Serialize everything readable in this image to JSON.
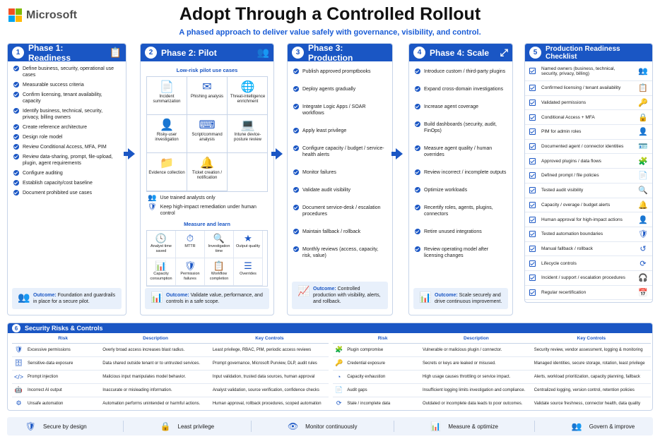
{
  "brand": "Microsoft",
  "title": "Adopt Through a Controlled Rollout",
  "subtitle": "A phased approach to deliver value safely with governance, visibility, and control.",
  "phase1": {
    "num": "1",
    "title": "Phase 1: Readiness",
    "items": [
      "Define business, security, operational use cases",
      "Measurable success criteria",
      "Confirm licensing, tenant availability, capacity",
      "Identify business, technical, security, privacy, billing owners",
      "Create reference architecture",
      "Design role model",
      "Review Conditional Access, MFA, PIM",
      "Review data-sharing, prompt, file-upload, plugin, agent requirements",
      "Configure auditing",
      "Establish capacity/cost baseline",
      "Document prohibited use cases"
    ],
    "outcome_label": "Outcome:",
    "outcome": "Foundation and guardrails in place for a secure pilot."
  },
  "phase2": {
    "num": "2",
    "title": "Phase 2: Pilot",
    "usecases_title": "Low-risk pilot use cases",
    "usecases": [
      "Incident summarization",
      "Phishing analysis",
      "Threat-intelligence enrichment",
      "Risky-user investigation",
      "Script/command analysis",
      "Intune device-posture review",
      "Evidence collection",
      "Ticket creation / notification"
    ],
    "notes": [
      "Use trained analysts only",
      "Keep high-impact remediation under human control"
    ],
    "measure_title": "Measure and learn",
    "measures": [
      "Analyst time saved",
      "MTTR",
      "Investigation time",
      "Output quality",
      "Capacity consumption",
      "Permission failures",
      "Workflow completion",
      "Overrides"
    ],
    "outcome_label": "Outcome:",
    "outcome": "Validate value, performance, and controls in a safe scope."
  },
  "phase3": {
    "num": "3",
    "title": "Phase 3: Production",
    "items": [
      "Publish approved promptbooks",
      "Deploy agents gradually",
      "Integrate Logic Apps / SOAR workflows",
      "Apply least privilege",
      "Configure capacity / budget / service-health alerts",
      "Monitor failures",
      "Validate audit visibility",
      "Document service-desk / escalation procedures",
      "Maintain fallback / rollback",
      "Monthly reviews (access, capacity, risk, value)"
    ],
    "outcome_label": "Outcome:",
    "outcome": "Controlled production with visibility, alerts, and rollback."
  },
  "phase4": {
    "num": "4",
    "title": "Phase 4: Scale",
    "items": [
      "Introduce custom / third-party plugins",
      "Expand cross-domain investigations",
      "Increase agent coverage",
      "Build dashboards (security, audit, FinOps)",
      "Measure agent quality / human overrides",
      "Review incorrect / incomplete outputs",
      "Optimize workloads",
      "Recertify roles, agents, plugins, connectors",
      "Retire unused integrations",
      "Review operating model after licensing changes"
    ],
    "outcome_label": "Outcome:",
    "outcome": "Scale securely and drive continuous improvement."
  },
  "checklist": {
    "num": "5",
    "title": "Production Readiness Checklist",
    "items": [
      "Named owners (business, technical, security, privacy, billing)",
      "Confirmed licensing / tenant availability",
      "Validated permissions",
      "Conditional Access + MFA",
      "PIM for admin roles",
      "Documented agent / connector identities",
      "Approved plugins / data flows",
      "Defined prompt / file policies",
      "Tested audit visibility",
      "Capacity / overage / budget alerts",
      "Human approval for high-impact actions",
      "Tested automation boundaries",
      "Manual fallback / rollback",
      "Lifecycle controls",
      "Incident / support / escalation procedures",
      "Regular recertification"
    ]
  },
  "risks": {
    "num": "6",
    "title": "Security Risks & Controls",
    "headers": [
      "Risk",
      "Description",
      "Key Controls"
    ],
    "left": [
      {
        "risk": "Excessive permissions",
        "desc": "Overly broad access increases blast radius.",
        "ctrl": "Least privilege, RBAC, PIM, periodic access reviews"
      },
      {
        "risk": "Sensitive-data exposure",
        "desc": "Data shared outside tenant or to untrusted services.",
        "ctrl": "Prompt governance, Microsoft Purview, DLP, audit rules"
      },
      {
        "risk": "Prompt injection",
        "desc": "Malicious input manipulates model behavior.",
        "ctrl": "Input validation, trusted data sources, human approval"
      },
      {
        "risk": "Incorrect AI output",
        "desc": "Inaccurate or misleading information.",
        "ctrl": "Analyst validation, source verification, confidence checks"
      },
      {
        "risk": "Unsafe automation",
        "desc": "Automation performs unintended or harmful actions.",
        "ctrl": "Human approval, rollback procedures, scoped automation"
      }
    ],
    "right": [
      {
        "risk": "Plugin compromise",
        "desc": "Vulnerable or malicious plugin / connector.",
        "ctrl": "Security review, vendor assessment, logging & monitoring"
      },
      {
        "risk": "Credential exposure",
        "desc": "Secrets or keys are leaked or misused.",
        "ctrl": "Managed identities, secure storage, rotation, least privilege"
      },
      {
        "risk": "Capacity exhaustion",
        "desc": "High usage causes throttling or service impact.",
        "ctrl": "Alerts, workload prioritization, capacity planning, fallback"
      },
      {
        "risk": "Audit gaps",
        "desc": "Insufficient logging limits investigation and compliance.",
        "ctrl": "Centralized logging, version control, retention policies"
      },
      {
        "risk": "Stale / incomplete data",
        "desc": "Outdated or incomplete data leads to poor outcomes.",
        "ctrl": "Validate source freshness, connector health, data quality"
      }
    ]
  },
  "footer": [
    "Secure by design",
    "Least privilege",
    "Monitor continuously",
    "Measure & optimize",
    "Govern & improve"
  ],
  "colors": {
    "accent": "#1a56c4",
    "panel": "#e8f0fb"
  }
}
